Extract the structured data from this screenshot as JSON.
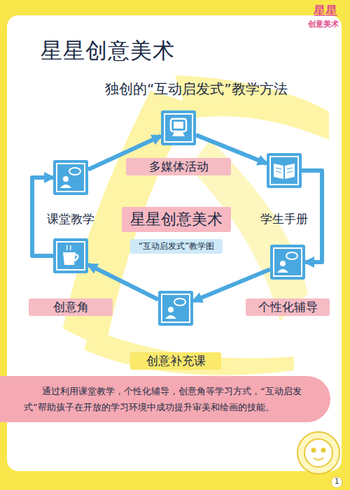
{
  "diagram": {
    "title": "星星创意美术",
    "nodes": [
      {
        "text": [
          "多媒体活动"
        ]
      },
      {
        "text": [
          "课堂教学"
        ]
      },
      {
        "text": [
          "学生手册"
        ]
      },
      {
        "text": [
          "星星创意美术",
          "“互动启发式”教学图"
        ]
      },
      {
        "text": [
          "创意角"
        ]
      },
      {
        "text": [
          "个性化辅导"
        ]
      },
      {
        "text": [
          "创意补充课"
        ]
      },
      {
        "text": [
          "通过利用课堂教学，个性化辅导，创意角等学习方式，“互动启发式”帮助孩子在开放的学习环境中成功提升审美和绘画的技能。"
        ]
      }
    ],
    "edges": [
      {
        "from": 1,
        "to": 0,
        "arrow": "to"
      },
      {
        "from": 0,
        "to": 2,
        "arrow": "to"
      },
      {
        "from": 2,
        "to": 5,
        "arrow": "to"
      },
      {
        "from": 5,
        "to": 6,
        "arrow": "to"
      },
      {
        "from": 6,
        "to": 4,
        "arrow": "to"
      },
      {
        "from": 4,
        "to": 1,
        "arrow": "to"
      }
    ],
    "labels": [
      "星星",
      "创意美术",
      "独创的“互动启发式”教学方法",
      "1"
    ]
  }
}
